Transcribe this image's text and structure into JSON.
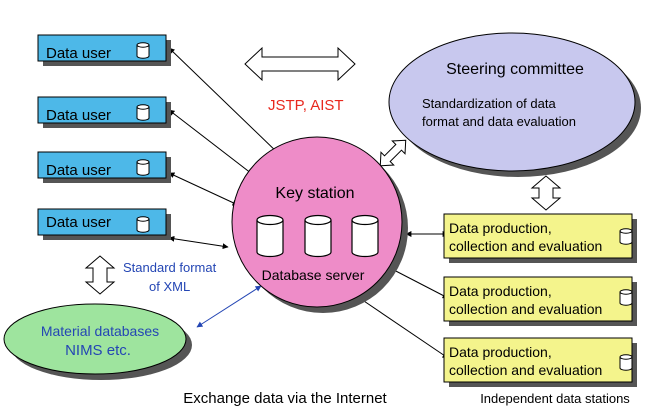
{
  "data_users": [
    {
      "label": "Data user"
    },
    {
      "label": "Data user"
    },
    {
      "label": "Data user"
    },
    {
      "label": "Data user"
    }
  ],
  "steering": {
    "title": "Steering committee",
    "line1": "Standardization of data",
    "line2": "format and data evaluation"
  },
  "jstp": "JSTP, AIST",
  "key_station": {
    "title": "Key station",
    "subtitle": "Database server"
  },
  "production_boxes": [
    {
      "line1": "Data production,",
      "line2": "collection and evaluation"
    },
    {
      "line1": "Data production,",
      "line2": "collection and evaluation"
    },
    {
      "line1": "Data production,",
      "line2": "collection and evaluation"
    }
  ],
  "standard_format": {
    "line1": "Standard format",
    "line2": "of XML"
  },
  "material_db": {
    "line1": "Material databases",
    "line2": "NIMS etc."
  },
  "footer_exchange": "Exchange data via the Internet",
  "footer_independent": "Independent data stations",
  "colors": {
    "user_box": "#4db8e8",
    "steering": "#c8c8ee",
    "key_station": "#ee8cc8",
    "production_box": "#f4f48c",
    "material_db": "#9ee49e",
    "jstp_text": "#e8281e",
    "xml_text": "#2446b4"
  }
}
